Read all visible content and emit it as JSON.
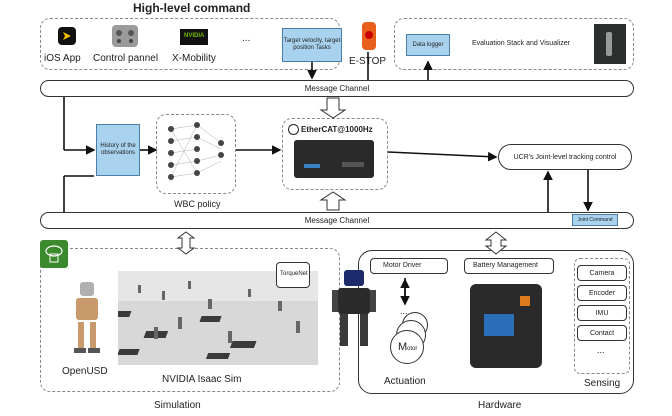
{
  "title": "High-level command",
  "top": {
    "apps": [
      {
        "label": "iOS App",
        "icon": "ios-app-icon"
      },
      {
        "label": "Control pannel",
        "icon": "control-panel-icon"
      },
      {
        "label": "X-Mobility",
        "icon": "nvidia-icon"
      },
      {
        "label": "..."
      }
    ],
    "nvidia_text": "NVIDIA",
    "target_box": "Target velocity, target position Tasks",
    "estop": "E-STOP",
    "data_logger": "Data logger",
    "eval_stack": "Evaluation Stack and Visualizer"
  },
  "message_channel_top": "Message Channel",
  "message_channel_bottom": "Message Channel",
  "middle": {
    "history": "History of the observations",
    "wbc_policy": "WBC policy",
    "ethercat": "EtherCAT@1000Hz",
    "ucr_tracking": "UCR's Joint-level tracking control",
    "joint_command": "Joint Command"
  },
  "simulation": {
    "openusd": "OpenUSD",
    "isaac_sim": "NVIDIA Isaac Sim",
    "torquenet": "TorqueNet",
    "caption": "Simulation"
  },
  "hardware": {
    "motor_driver": "Motor Driver",
    "battery": "Battery Management",
    "motor_label": "M",
    "motor_sub": "otor",
    "actuation": "Actuation",
    "sensing": "Sensing",
    "sensors": [
      "Camera",
      "Encoder",
      "IMU",
      "Contact",
      "..."
    ],
    "ellipsis": "...",
    "caption": "Hardware"
  },
  "colors": {
    "blue_fill": "#a9d2ef",
    "estop_orange": "#e8601c",
    "green_icon": "#3c8a2e"
  }
}
